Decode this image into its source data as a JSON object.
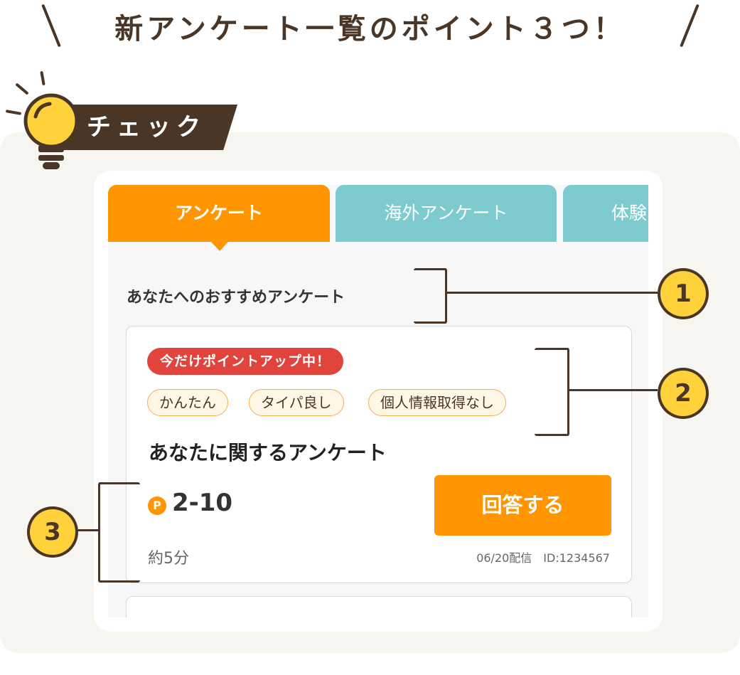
{
  "header": {
    "title": "新アンケート一覧のポイント３つ！"
  },
  "badge": {
    "label": "チェック"
  },
  "tabs": [
    {
      "label": "アンケート"
    },
    {
      "label": "海外アンケート"
    },
    {
      "label": "体験"
    }
  ],
  "section": {
    "title": "あなたへのおすすめアンケート"
  },
  "survey": {
    "promo_badge": "今だけポイントアップ中！",
    "tags": [
      "かんたん",
      "タイパ良し",
      "個人情報取得なし"
    ],
    "title": "あなたに関するアンケート",
    "point_icon": "P",
    "points": "2-10",
    "answer_label": "回答する",
    "duration": "約5分",
    "meta": "06/20配信　ID:1234567"
  },
  "callouts": [
    "1",
    "2",
    "3"
  ],
  "colors": {
    "accent_orange": "#ff9500",
    "tab_teal": "#7dcacf",
    "promo_red": "#e0443c",
    "brown": "#4a3626",
    "callout_yellow": "#ffd23c"
  }
}
